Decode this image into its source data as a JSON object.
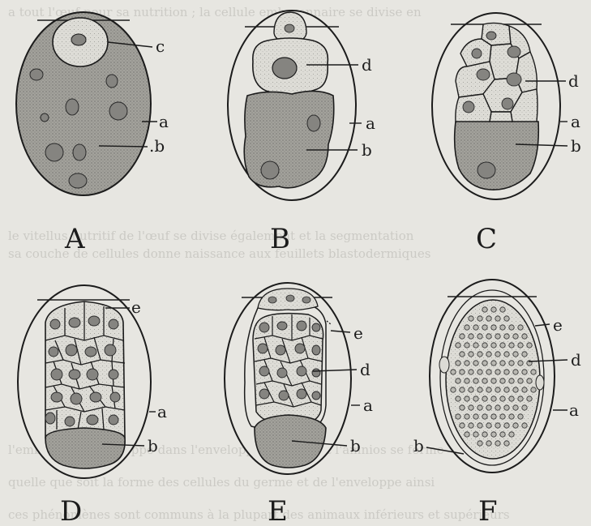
{
  "figure": {
    "panels": [
      {
        "id": "A",
        "label": "A",
        "stage": "undivided egg: germinal vesicle c above yolk a/b with scattered nuclei",
        "parts": [
          {
            "key": "c",
            "text": "c"
          },
          {
            "key": "a",
            "text": "a"
          },
          {
            "key": "b",
            "text": ".b"
          }
        ]
      },
      {
        "id": "B",
        "label": "B",
        "stage": "first division: formative cell d above nutritive mass b",
        "parts": [
          {
            "key": "d",
            "text": "d"
          },
          {
            "key": "a",
            "text": "a"
          },
          {
            "key": "b",
            "text": "b"
          }
        ]
      },
      {
        "id": "C",
        "label": "C",
        "stage": "cleavage: several cells d above nutritive mass b",
        "parts": [
          {
            "key": "d",
            "text": "d"
          },
          {
            "key": "a",
            "text": "a"
          },
          {
            "key": "b",
            "text": "b"
          }
        ]
      },
      {
        "id": "D",
        "label": "D",
        "stage": "morula of polygonal cells above small mass b",
        "parts": [
          {
            "key": "e",
            "text": "e"
          },
          {
            "key": "a",
            "text": "a"
          },
          {
            "key": "b",
            "text": "b"
          }
        ]
      },
      {
        "id": "E",
        "label": "E",
        "stage": "embryo d separating from envelope e, b at base",
        "parts": [
          {
            "key": "e",
            "text": "e"
          },
          {
            "key": "d",
            "text": "d"
          },
          {
            "key": "a",
            "text": "a"
          },
          {
            "key": "b",
            "text": "b"
          }
        ]
      },
      {
        "id": "F",
        "label": "F",
        "stage": "embryo d with many small cells, envelope e",
        "parts": [
          {
            "key": "e",
            "text": "e"
          },
          {
            "key": "d",
            "text": "d"
          },
          {
            "key": "a",
            "text": "a"
          },
          {
            "key": "b",
            "text": "b"
          }
        ]
      }
    ]
  },
  "colors": {
    "paper": "#e7e6e1",
    "ink": "#1c1c1c",
    "yolk": "#9e9d97",
    "cell": "#dcdbd5",
    "nucleus": "#858480",
    "bleed": "#c9c8c2"
  }
}
